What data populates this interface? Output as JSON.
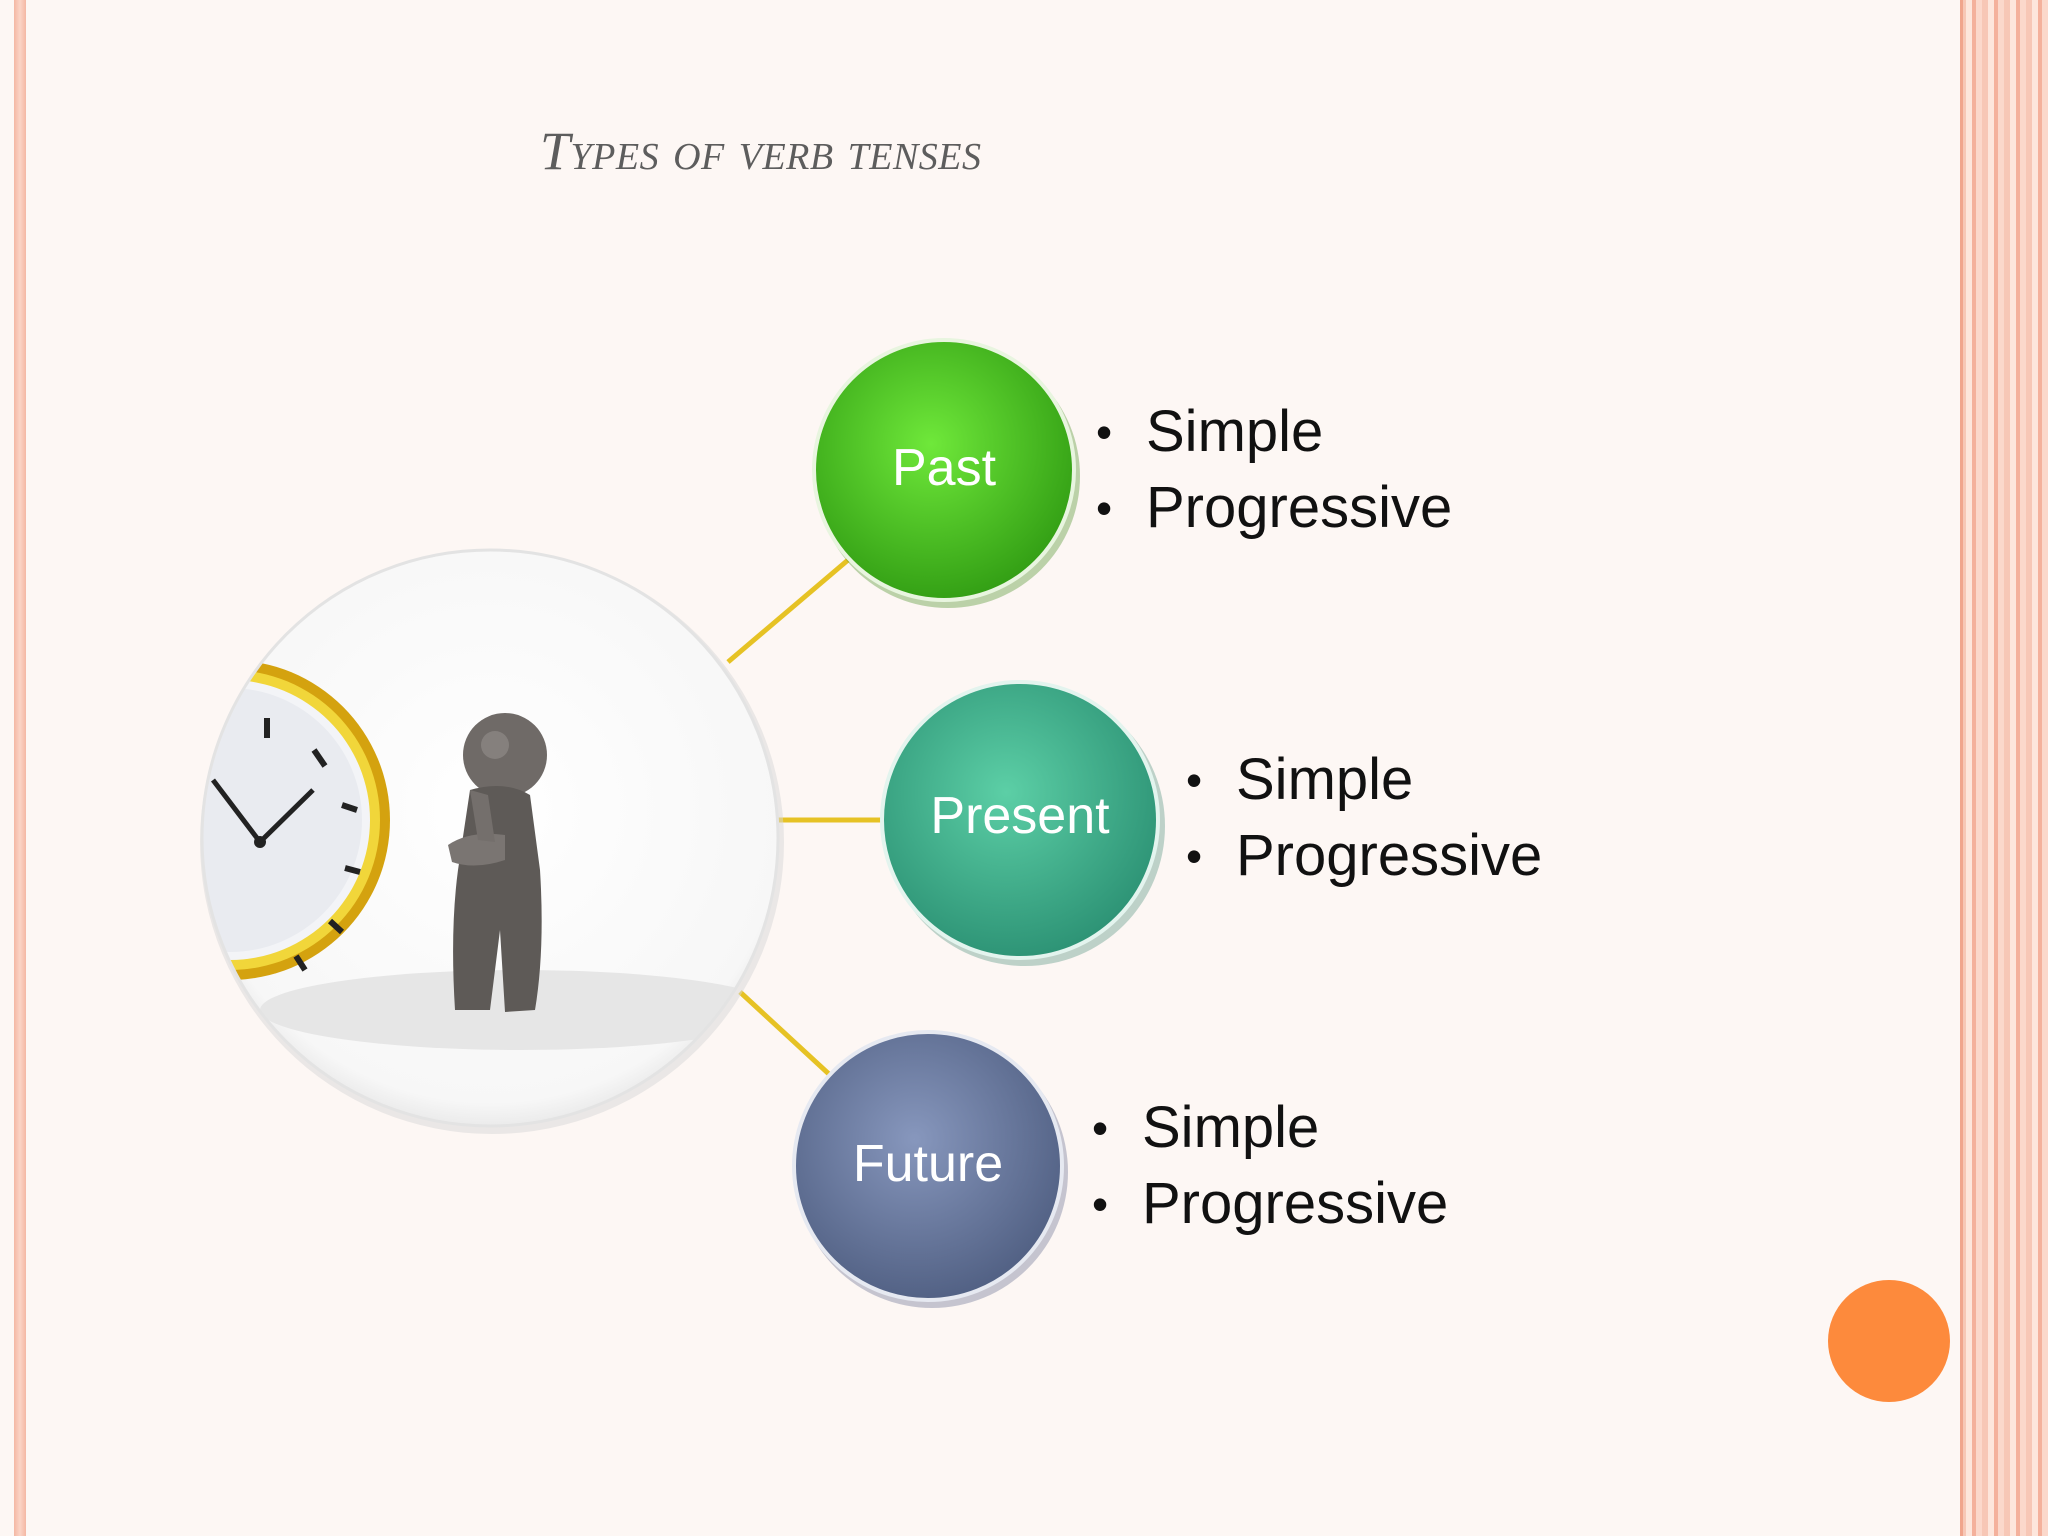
{
  "slide": {
    "title": "Types of verb tenses"
  },
  "tenses": [
    {
      "label": "Past",
      "color_light": "#5fe02c",
      "color_dark": "#2f9a12",
      "items": [
        "Simple",
        "Progressive"
      ]
    },
    {
      "label": "Present",
      "color_light": "#5cc9a4",
      "color_dark": "#2a8f72",
      "items": [
        "Simple",
        "Progressive"
      ]
    },
    {
      "label": "Future",
      "color_light": "#7d8fb7",
      "color_dark": "#4e5d80",
      "items": [
        "Simple",
        "Progressive"
      ]
    }
  ],
  "colors": {
    "connector": "#e6c224",
    "accent_dot": "#fd8a3c",
    "border": "#f4b8a4"
  },
  "icons": [
    "clock-icon",
    "thinking-figure-icon"
  ]
}
